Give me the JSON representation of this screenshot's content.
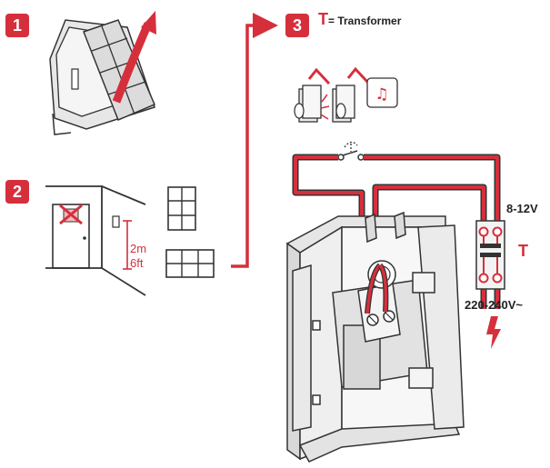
{
  "steps": [
    {
      "number": "1"
    },
    {
      "number": "2"
    },
    {
      "number": "3"
    }
  ],
  "legend": {
    "letter": "T",
    "text": "= Transformer"
  },
  "height_metric": "2m",
  "height_imperial": "6ft",
  "voltage_low": "8-12V",
  "voltage_high": "220-240V~",
  "transformer_label": "T",
  "colors": {
    "accent": "#d62f3c",
    "line": "#333333",
    "grey": "#e3e3e3"
  }
}
